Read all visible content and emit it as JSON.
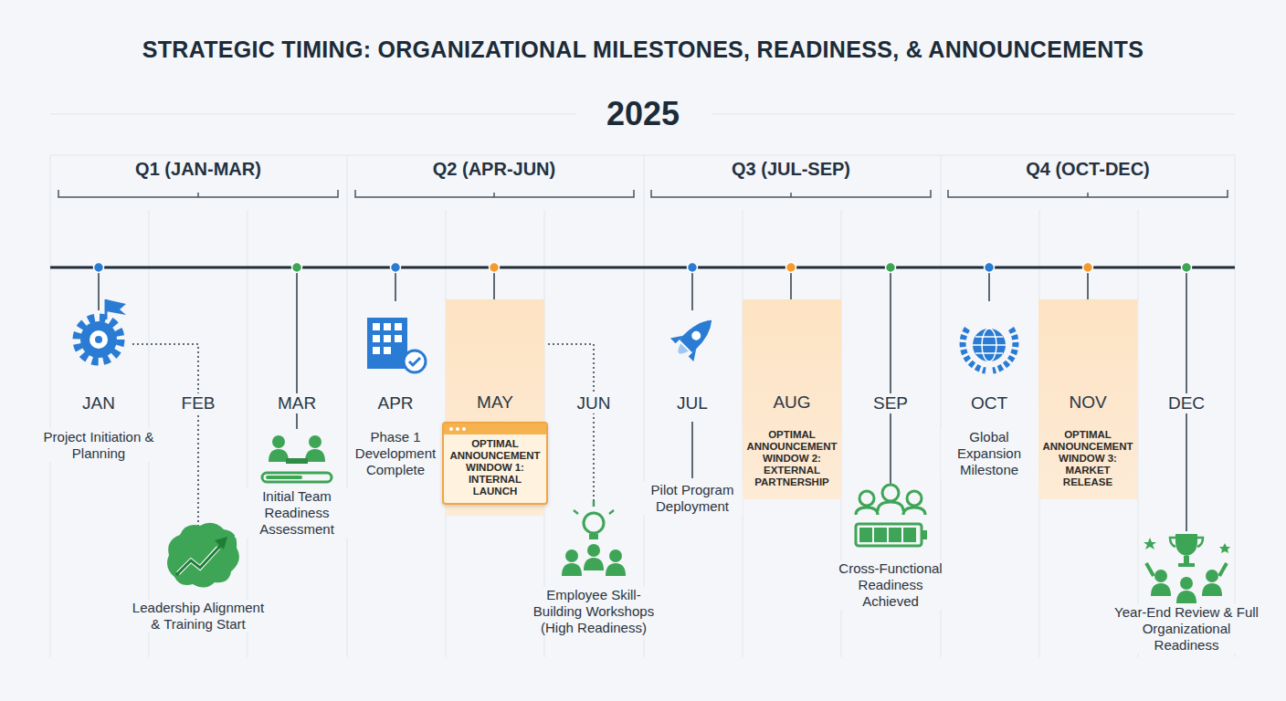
{
  "diagram": {
    "title": "STRATEGIC TIMING: ORGANIZATIONAL MILESTONES, READINESS, & ANNOUNCEMENTS",
    "nodes": [
      {
        "text": [
          "MAY"
        ]
      },
      {
        "text": [
          "OPTIMAL ANNOUNCEMENT WINDOW 1: INTERNAL LAUNCH"
        ],
        "in": 0
      },
      {
        "text": [
          "AUG",
          "OPTIMAL ANNOUNCEMENT WINDOW 2: EXTERNAL PARTNERSHIP"
        ]
      },
      {
        "text": [
          "NOV",
          "OPTIMAL ANNOUNCEMENT WINDOW 3: MARKET RELEASE"
        ]
      }
    ],
    "labels": [
      "2025",
      "Q1 (JAN-MAR)",
      "Q2 (APR-JUN)",
      "Q3 (JUL-SEP)",
      "Q4 (OCT-DEC)",
      "JAN",
      "Project Initiation & Planning",
      "FEB",
      "Leadership Alignment & Training Start",
      "MAR",
      "Initial Team Readiness Assessment",
      "APR",
      "Phase 1 Development Complete",
      "JUN",
      "Employee Skill-Building Workshops (High Readiness)",
      "JUL",
      "Pilot Program Deployment",
      "SEP",
      "Cross-Functional Readiness Achieved",
      "OCT",
      "Global Expansion Milestone",
      "DEC",
      "Year-End Review & Full Organizational Readiness"
    ]
  }
}
